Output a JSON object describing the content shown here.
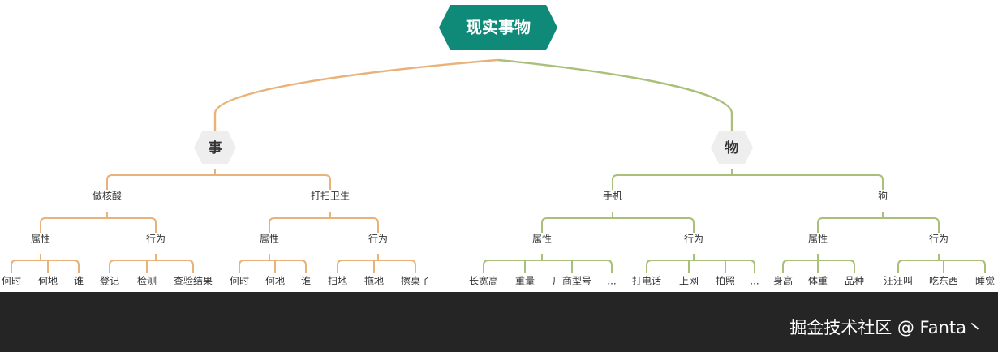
{
  "diagram": {
    "root": {
      "label": "现实事物",
      "color": "#0f8a78"
    },
    "colors": {
      "left": "#e8b27a",
      "right": "#a9c07a",
      "level1_fill": "#eeeeee"
    },
    "branches": [
      {
        "label": "事",
        "side": "left",
        "children": [
          {
            "label": "做核酸",
            "children": [
              {
                "label": "属性",
                "children": [
                  "何时",
                  "何地",
                  "谁"
                ]
              },
              {
                "label": "行为",
                "children": [
                  "登记",
                  "检测",
                  "查验结果"
                ]
              }
            ]
          },
          {
            "label": "打扫卫生",
            "children": [
              {
                "label": "属性",
                "children": [
                  "何时",
                  "何地",
                  "谁"
                ]
              },
              {
                "label": "行为",
                "children": [
                  "扫地",
                  "拖地",
                  "擦桌子"
                ]
              }
            ]
          }
        ]
      },
      {
        "label": "物",
        "side": "right",
        "children": [
          {
            "label": "手机",
            "children": [
              {
                "label": "属性",
                "children": [
                  "长宽高",
                  "重量",
                  "厂商型号",
                  "..."
                ]
              },
              {
                "label": "行为",
                "children": [
                  "打电话",
                  "上网",
                  "拍照",
                  "..."
                ]
              }
            ]
          },
          {
            "label": "狗",
            "children": [
              {
                "label": "属性",
                "children": [
                  "身高",
                  "体重",
                  "品种"
                ]
              },
              {
                "label": "行为",
                "children": [
                  "汪汪叫",
                  "吃东西",
                  "睡觉"
                ]
              }
            ]
          }
        ]
      }
    ]
  },
  "footer": {
    "watermark": "掘金技术社区 @ Fanta丶"
  }
}
